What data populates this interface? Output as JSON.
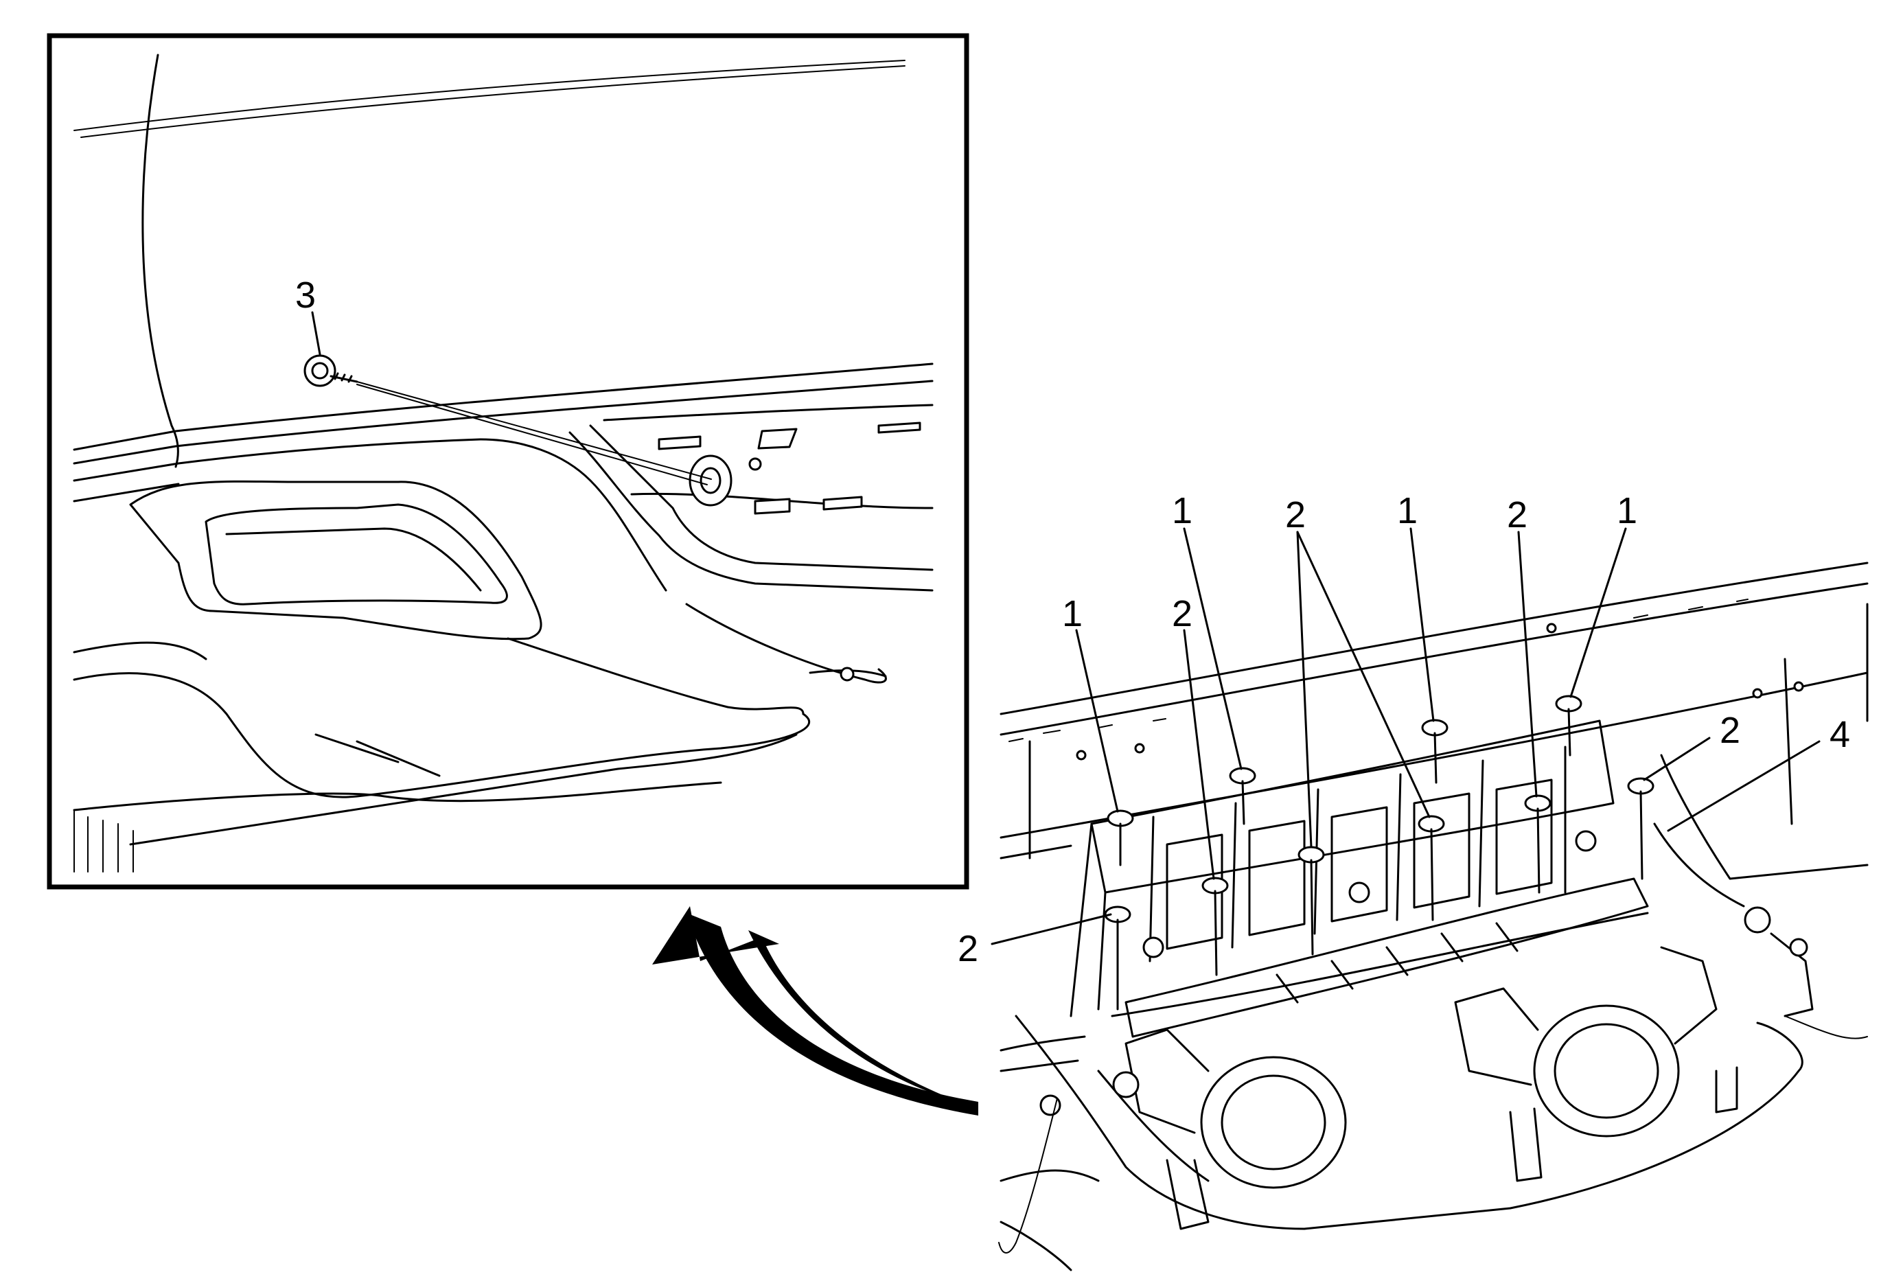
{
  "callouts": {
    "inset_fastener": "3",
    "top_row": [
      "1",
      "2",
      "2",
      "1",
      "2",
      "1"
    ],
    "right": [
      "2",
      "4"
    ],
    "left": "2"
  }
}
